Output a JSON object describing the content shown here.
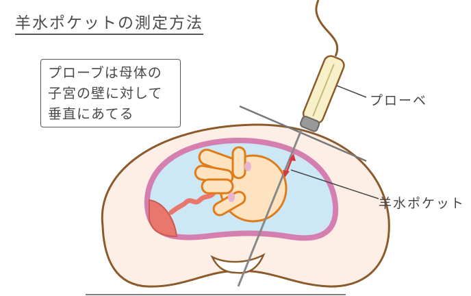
{
  "title": "羊水ポケットの測定方法",
  "note": {
    "lines": [
      "プローブは母体の",
      "子宮の壁に対して",
      "垂直にあてる"
    ]
  },
  "labels": {
    "probe": "プローベ",
    "pocket": "羊水ポケット"
  },
  "colors": {
    "body": "#fdeee6",
    "body_outline": "#8b5a2b",
    "uterus": "#d57fb0",
    "fluid": "#cce8f7",
    "baby": "#fde3c0",
    "baby_outline": "#e07b1a",
    "placenta": "#e9776c",
    "arrow": "#d9363e",
    "probe": "#f7f0c8"
  }
}
